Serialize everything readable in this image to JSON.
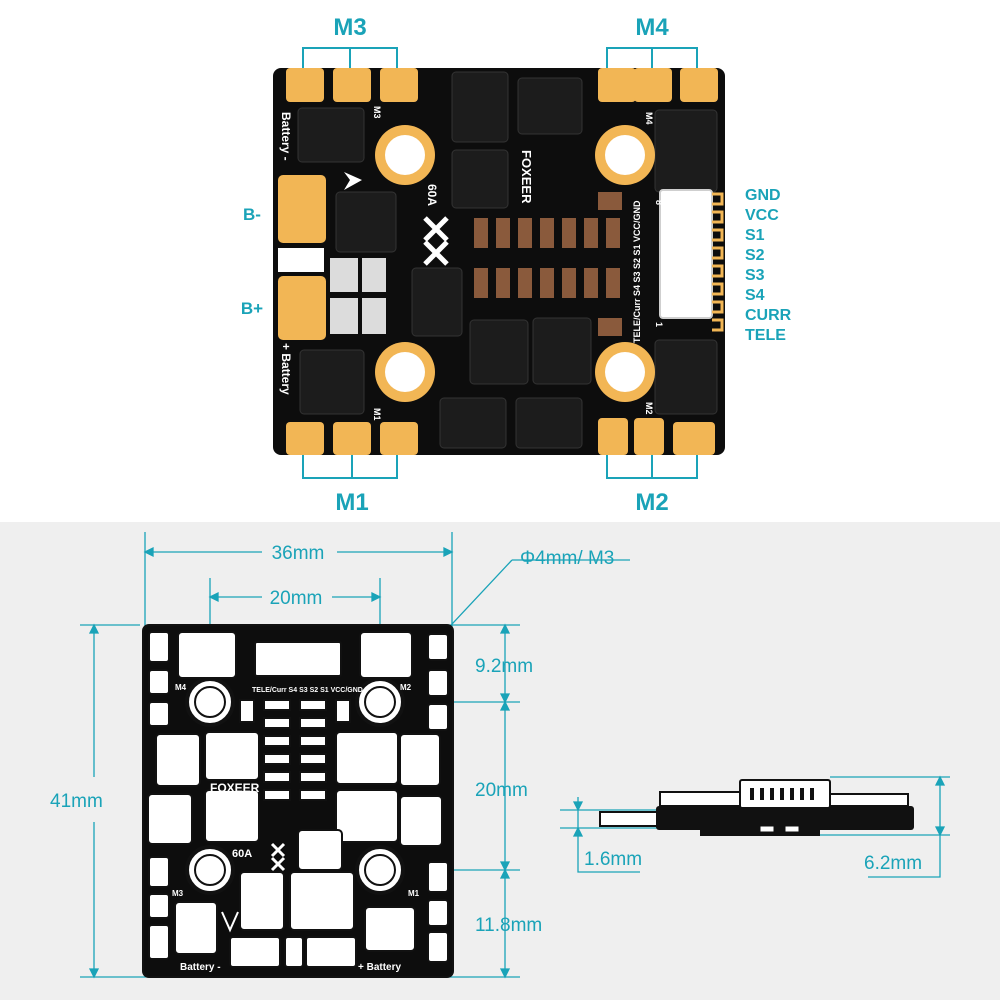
{
  "top_view": {
    "motor_labels": {
      "m3": "M3",
      "m4": "M4",
      "m1": "M1",
      "m2": "M2"
    },
    "battery_labels": {
      "b_minus": "B-",
      "b_plus": "B+"
    },
    "connector_pins": [
      "GND",
      "VCC",
      "S1",
      "S2",
      "S3",
      "S4",
      "CURR",
      "TELE"
    ],
    "board_silkscreen": {
      "brand": "FOXEER",
      "rating": "60A",
      "battery_neg": "Battery -",
      "battery_pos": "+ Battery",
      "pin_row_1": "TELE/Curr S4 S3 S2 S1 VCC/GND",
      "pin_8": "8",
      "pin_1": "1",
      "pad_m3": "M3",
      "pad_m4": "M4",
      "pad_m1": "M1",
      "pad_m2": "M2"
    }
  },
  "dimensions": {
    "width": "36mm",
    "hole_spacing": "20mm",
    "hole_spec": "Φ4mm/ M3",
    "height": "41mm",
    "top_offset": "9.2mm",
    "hole_spacing_v": "20mm",
    "bottom_offset": "11.8mm",
    "pcb_thickness": "1.6mm",
    "total_height": "6.2mm"
  },
  "colors": {
    "accent": "#1aa3b8",
    "pad": "#f2b655",
    "board": "#0d0d0d",
    "capacitor": "#8a5a3c"
  }
}
